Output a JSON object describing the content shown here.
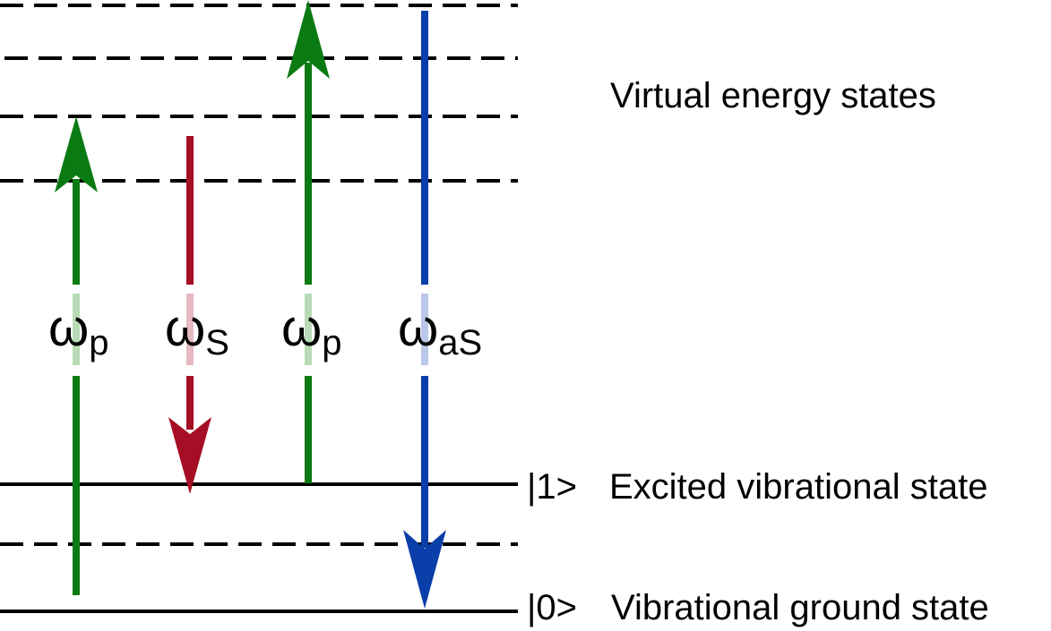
{
  "labels": {
    "virtual_states": "Virtual energy states",
    "excited_ket": "|1>",
    "excited_state": "Excited vibrational state",
    "ground_ket": "|0>",
    "ground_state": "Vibrational ground state"
  },
  "transitions": [
    {
      "id": "pump-1",
      "symbol": "ω",
      "subscript": "p",
      "direction": "up",
      "color": "#0a7a12"
    },
    {
      "id": "stokes",
      "symbol": "ω",
      "subscript": "S",
      "direction": "down",
      "color": "#a50e24"
    },
    {
      "id": "pump-2",
      "symbol": "ω",
      "subscript": "p",
      "direction": "up",
      "color": "#0a7a12"
    },
    {
      "id": "anti-stokes",
      "symbol": "ω",
      "subscript": "aS",
      "direction": "down",
      "color": "#0a3ea8"
    }
  ],
  "colors": {
    "level_line": "#000000",
    "green": "#0a7a12",
    "red": "#a50e24",
    "blue": "#0a3ea8"
  }
}
